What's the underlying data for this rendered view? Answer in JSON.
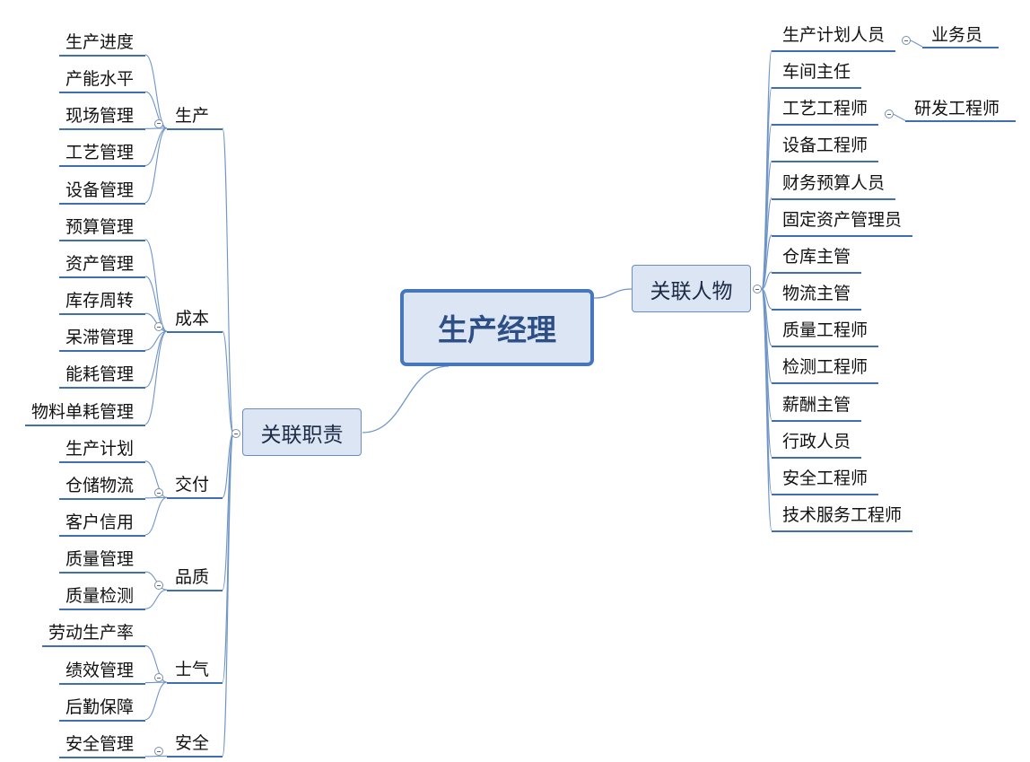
{
  "root": {
    "label": "生产经理"
  },
  "duties": {
    "label": "关联职责",
    "groups": [
      {
        "label": "生产",
        "items": [
          "生产进度",
          "产能水平",
          "现场管理",
          "工艺管理",
          "设备管理"
        ]
      },
      {
        "label": "成本",
        "items": [
          "预算管理",
          "资产管理",
          "库存周转",
          "呆滞管理",
          "能耗管理",
          "物料单耗管理"
        ]
      },
      {
        "label": "交付",
        "items": [
          "生产计划",
          "仓储物流",
          "客户信用"
        ]
      },
      {
        "label": "品质",
        "items": [
          "质量管理",
          "质量检测"
        ]
      },
      {
        "label": "士气",
        "items": [
          "劳动生产率",
          "绩效管理",
          "后勤保障"
        ]
      },
      {
        "label": "安全",
        "items": [
          "安全管理"
        ]
      }
    ]
  },
  "people": {
    "label": "关联人物",
    "items": [
      {
        "label": "生产计划人员",
        "child": "业务员"
      },
      {
        "label": "车间主任"
      },
      {
        "label": "工艺工程师",
        "child": "研发工程师"
      },
      {
        "label": "设备工程师"
      },
      {
        "label": "财务预算人员"
      },
      {
        "label": "固定资产管理员"
      },
      {
        "label": "仓库主管"
      },
      {
        "label": "物流主管"
      },
      {
        "label": "质量工程师"
      },
      {
        "label": "检测工程师"
      },
      {
        "label": "薪酬主管"
      },
      {
        "label": "行政人员"
      },
      {
        "label": "安全工程师"
      },
      {
        "label": "技术服务工程师"
      }
    ]
  },
  "colors": {
    "line": "#6f95c8",
    "underline": "#3f6fae",
    "node_fill": "#dbe5f4",
    "root_border": "#4676bb"
  }
}
